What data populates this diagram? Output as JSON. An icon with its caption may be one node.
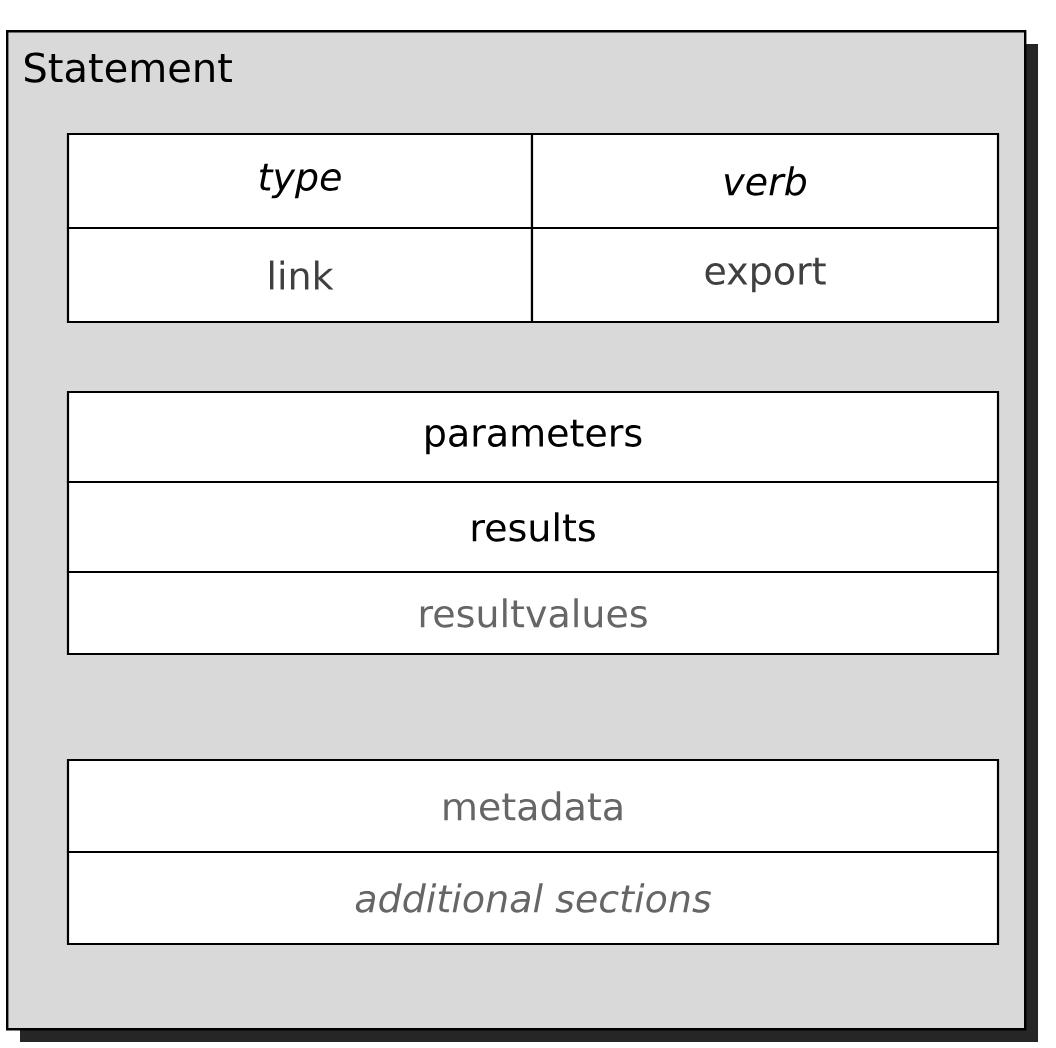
{
  "diagram": {
    "nodes": [
      {
        "text": [
          "Statement"
        ]
      },
      {
        "text": [
          "type"
        ],
        "in": 0
      },
      {
        "text": [
          "verb"
        ],
        "in": 0
      },
      {
        "text": [
          "link"
        ],
        "in": 0
      },
      {
        "text": [
          "export"
        ],
        "in": 0
      },
      {
        "text": [
          "parameters"
        ],
        "in": 0
      },
      {
        "text": [
          "results"
        ],
        "in": 0
      },
      {
        "text": [
          "resultvalues"
        ],
        "in": 0
      },
      {
        "text": [
          "metadata"
        ],
        "in": 0
      },
      {
        "text": [
          "additional sections"
        ],
        "in": 0
      }
    ]
  }
}
